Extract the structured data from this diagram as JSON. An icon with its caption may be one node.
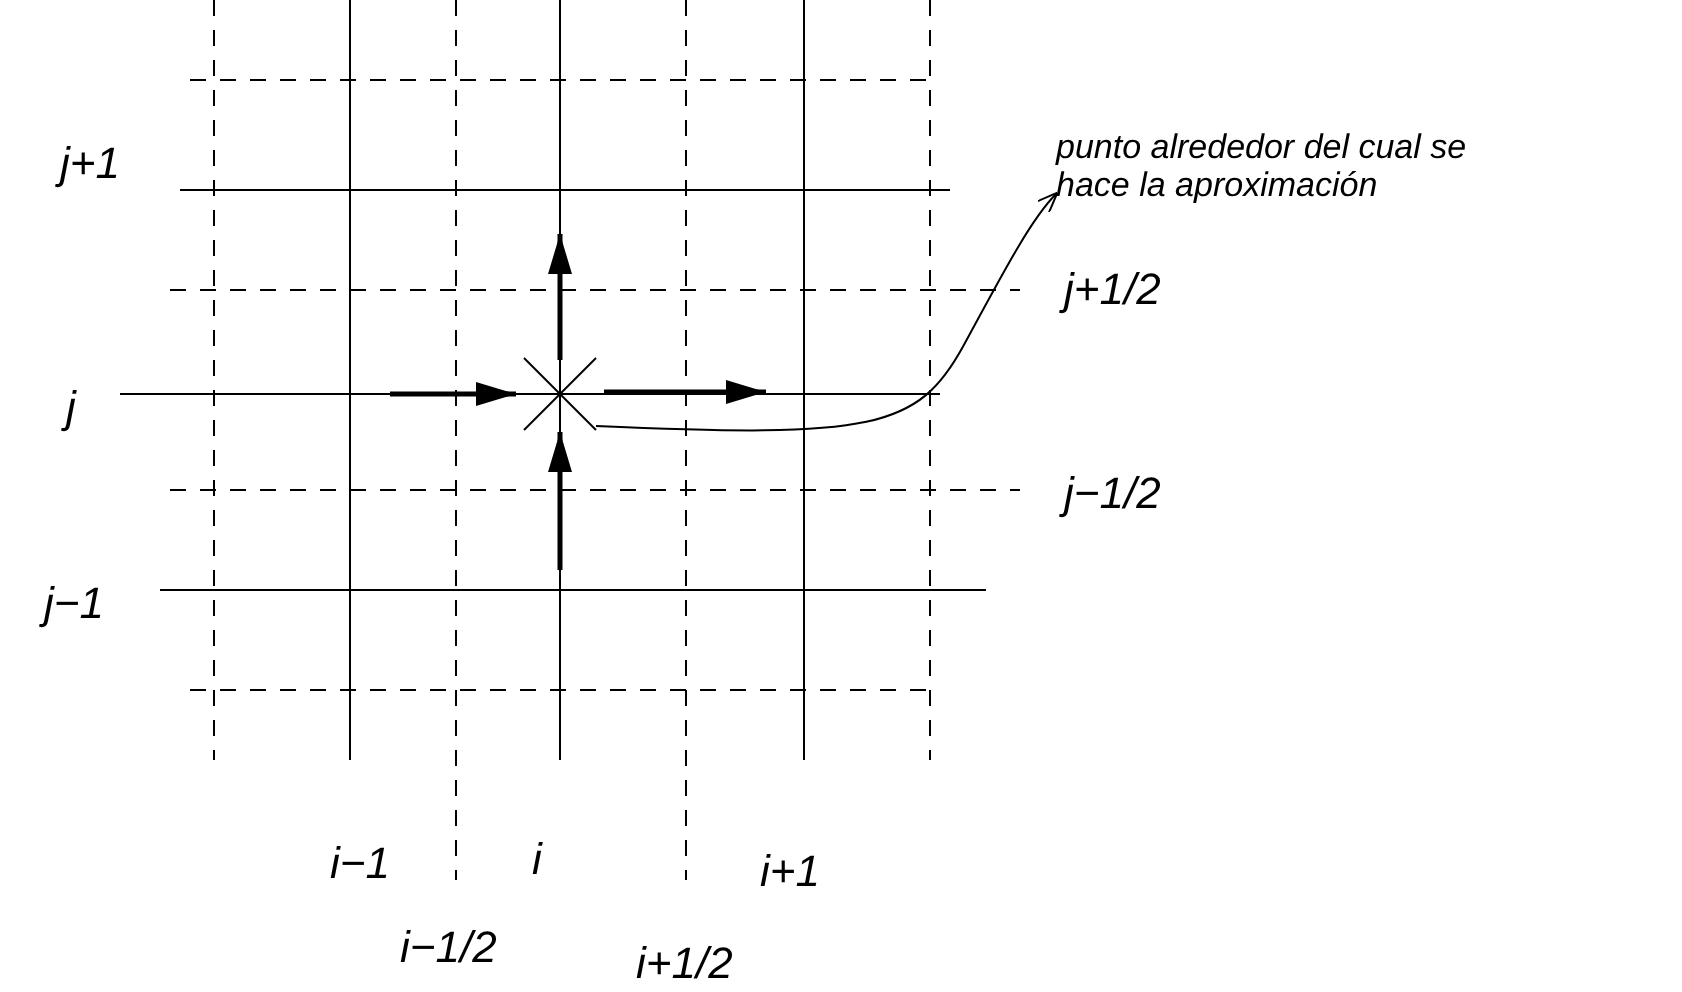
{
  "diagram": {
    "nodes": [
      {
        "text": [
          "punto alrededor del cual se hace la aproximación"
        ]
      },
      {
        "text": [],
        "shape": "cross"
      }
    ],
    "edges": [
      {
        "from": 1,
        "to": 0,
        "arrow": "to"
      }
    ],
    "labels": [
      "j+1",
      "j",
      "j−1",
      "j+1/2",
      "j−1/2",
      "i−1",
      "i",
      "i+1",
      "i−1/2",
      "i+1/2"
    ]
  }
}
